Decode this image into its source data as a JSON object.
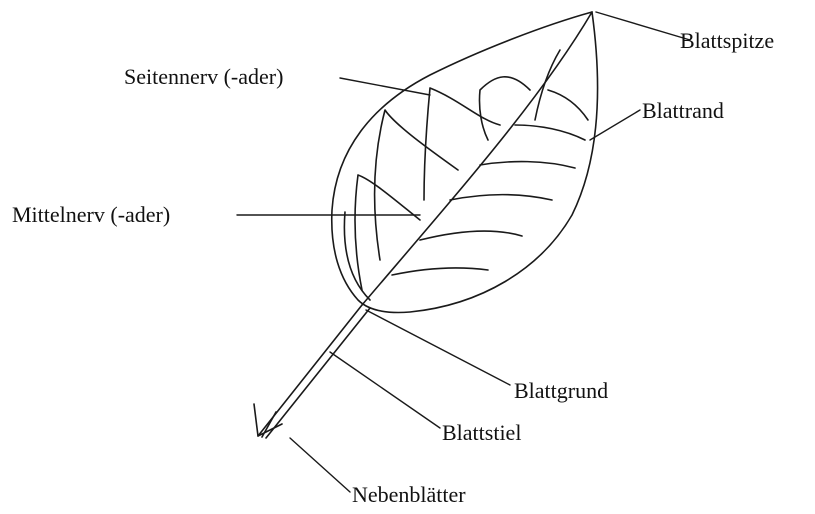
{
  "labels": {
    "blattspitze": "Blattspitze",
    "seitennerv": "Seitennerv (-ader)",
    "blattrand": "Blattrand",
    "mittelnerv": "Mittelnerv (-ader)",
    "blattgrund": "Blattgrund",
    "blattstiel": "Blattstiel",
    "nebenblaetter": "Nebenblätter"
  }
}
